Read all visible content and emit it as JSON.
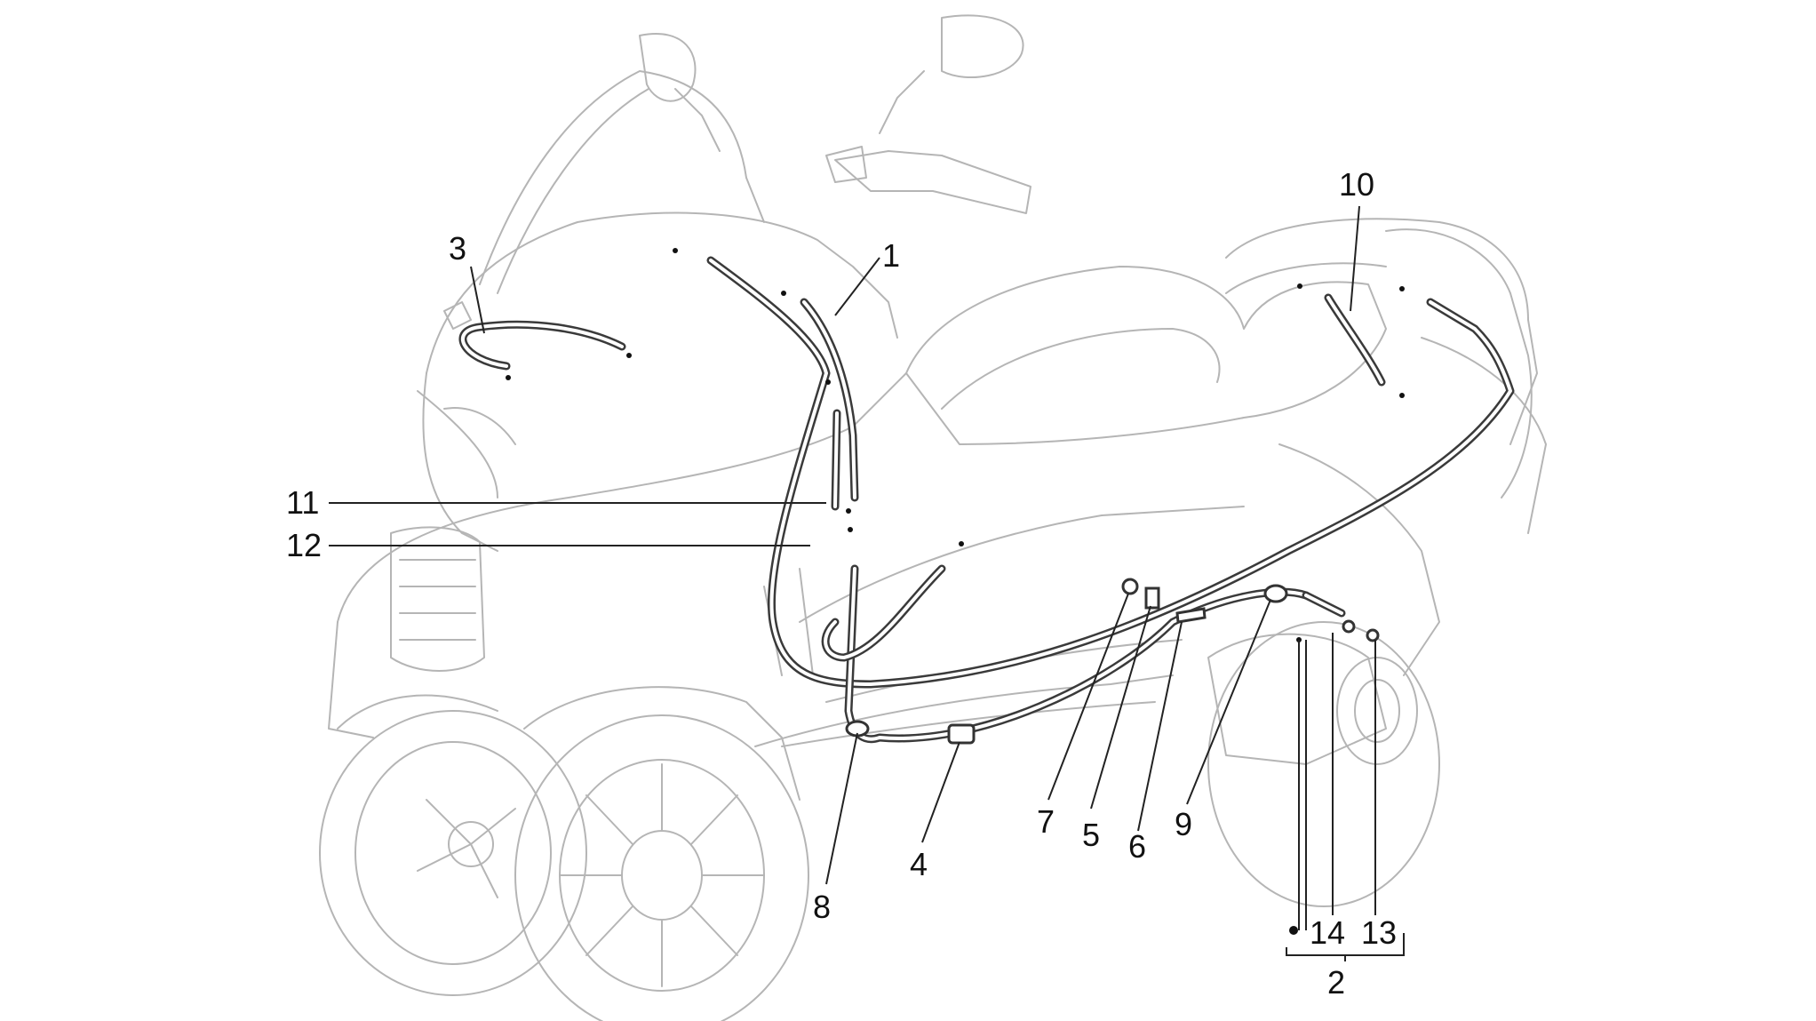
{
  "callouts": [
    {
      "id": "1",
      "label": "1"
    },
    {
      "id": "2",
      "label": "2"
    },
    {
      "id": "3",
      "label": "3"
    },
    {
      "id": "4",
      "label": "4"
    },
    {
      "id": "5",
      "label": "5"
    },
    {
      "id": "6",
      "label": "6"
    },
    {
      "id": "7",
      "label": "7"
    },
    {
      "id": "8",
      "label": "8"
    },
    {
      "id": "9",
      "label": "9"
    },
    {
      "id": "10",
      "label": "10"
    },
    {
      "id": "11",
      "label": "11"
    },
    {
      "id": "12",
      "label": "12"
    },
    {
      "id": "13",
      "label": "13"
    },
    {
      "id": "14",
      "label": "14"
    }
  ],
  "colors": {
    "scooter_outline": "#b5b5b5",
    "cable": "#3a3a3a",
    "text": "#111111"
  }
}
